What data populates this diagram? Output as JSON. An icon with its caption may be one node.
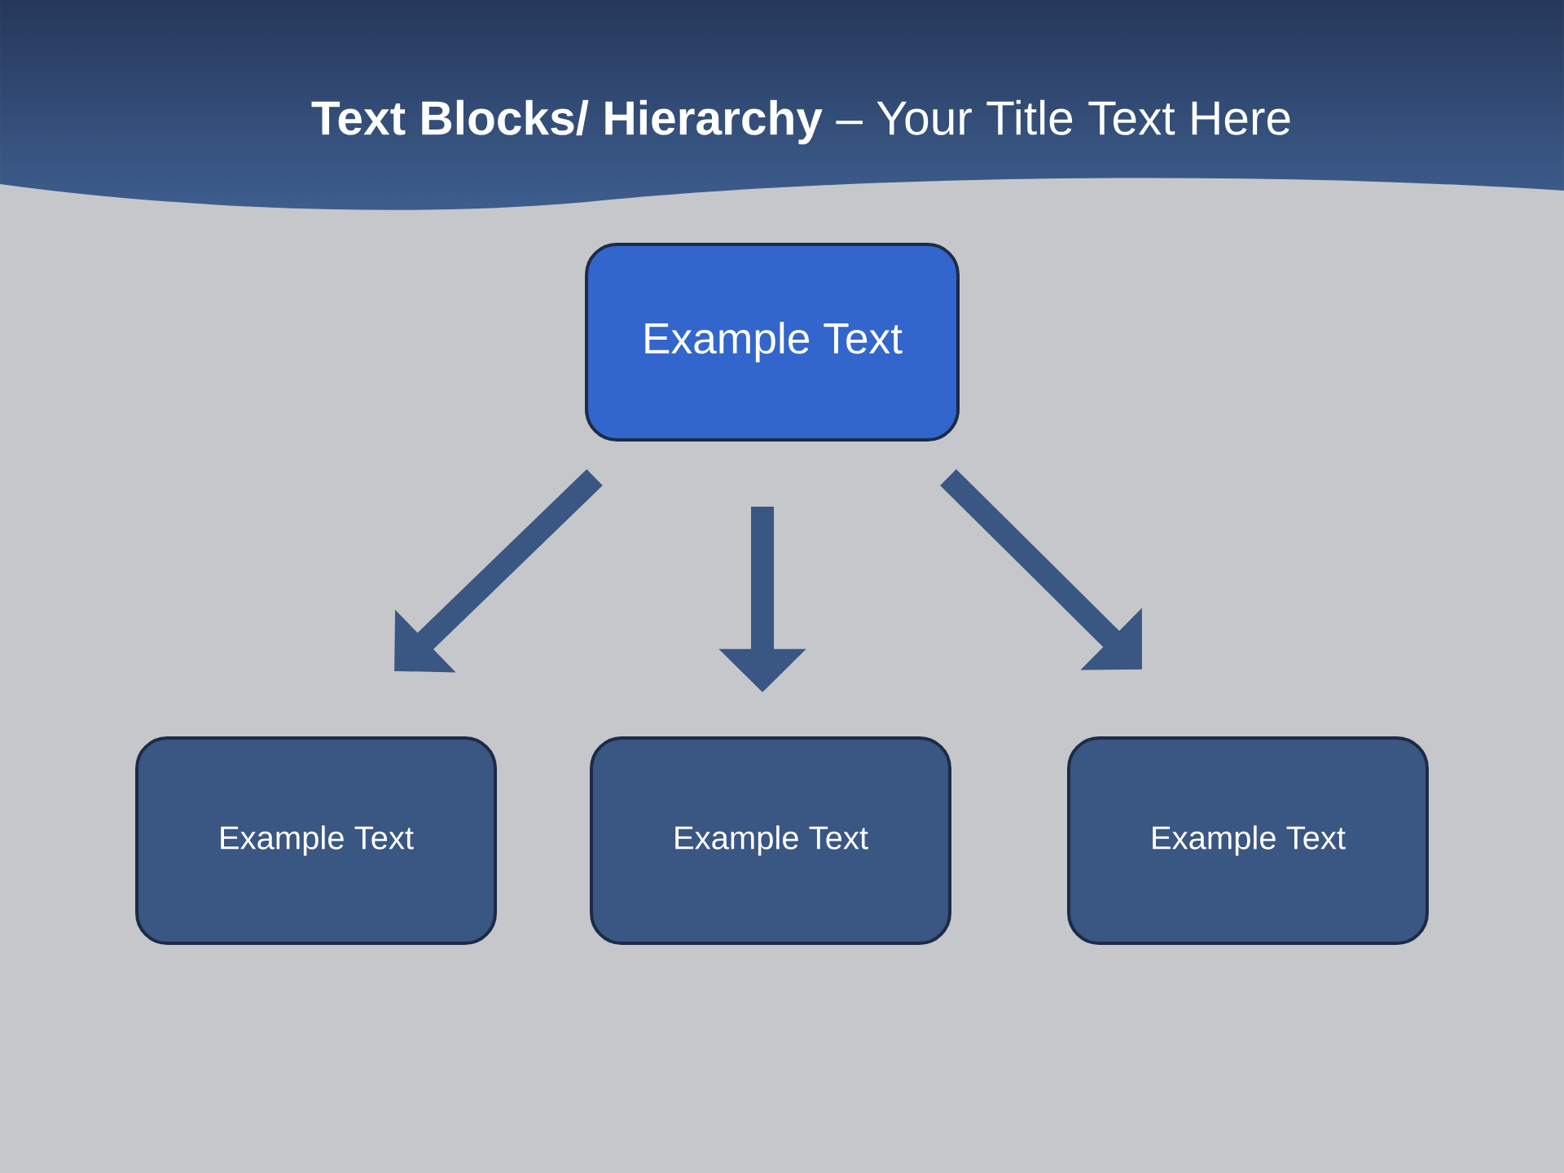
{
  "diagram": {
    "title": "**Text Blocks/ Hierarchy** – Your Title Text Here",
    "nodes": [
      {
        "text": [
          "Example Text"
        ]
      },
      {
        "text": [
          "Example Text"
        ]
      },
      {
        "text": [
          "Example Text"
        ]
      },
      {
        "text": [
          "Example Text"
        ]
      }
    ],
    "edges": [
      {
        "from": 0,
        "to": 1,
        "arrow": "to"
      },
      {
        "from": 0,
        "to": 2,
        "arrow": "to"
      },
      {
        "from": 0,
        "to": 3,
        "arrow": "to"
      }
    ]
  }
}
